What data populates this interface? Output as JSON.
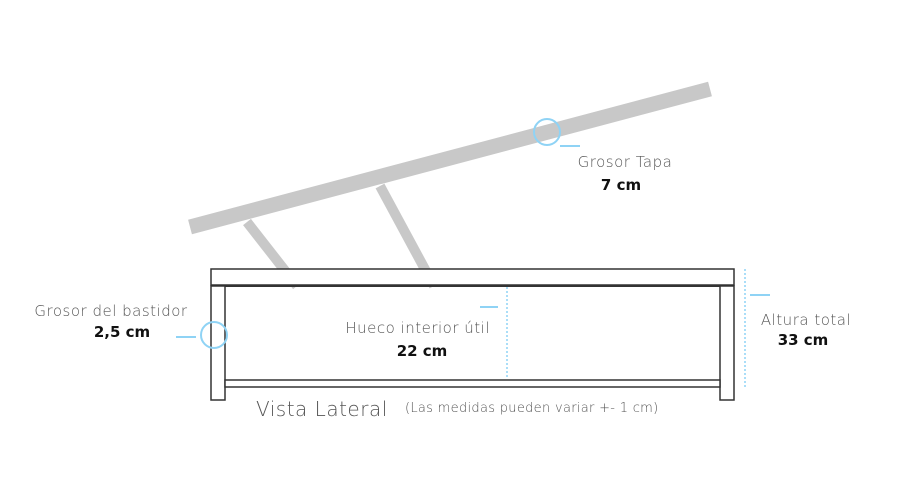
{
  "labels": {
    "lid_thickness": {
      "label": "Grosor Tapa",
      "value": "7 cm"
    },
    "frame_thickness": {
      "label": "Grosor del bastidor",
      "value": "2,5 cm"
    },
    "interior_space": {
      "label": "Hueco interior útil",
      "value": "22 cm"
    },
    "total_height": {
      "label": "Altura total",
      "value": "33 cm"
    }
  },
  "caption": {
    "title": "Vista Lateral",
    "note": "(Las medidas pueden variar +- 1 cm)"
  },
  "colors": {
    "lid": "#c8c8c8",
    "frame": "#333333",
    "accent": "#8fd3f5"
  }
}
